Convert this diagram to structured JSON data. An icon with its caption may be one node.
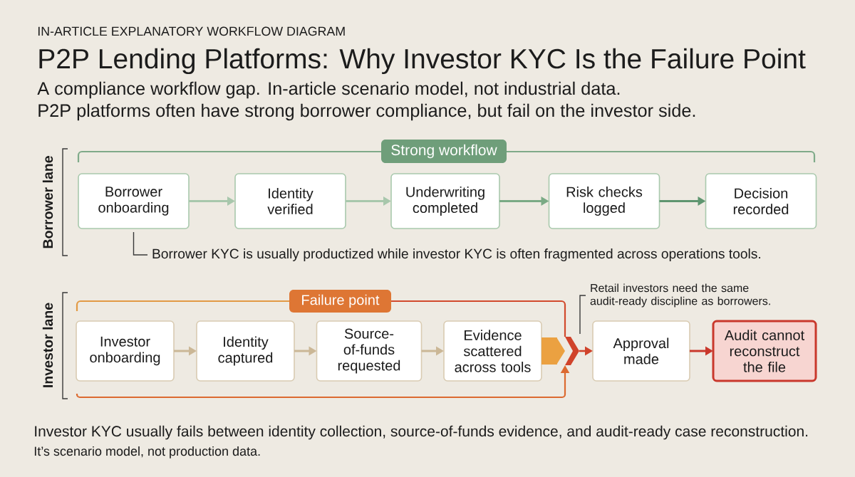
{
  "diagram": {
    "title": "P2P Lending Platforms: Why Investor KYC Is the Failure Point",
    "nodes": [
      {
        "text": [
          "Strong workflow"
        ]
      },
      {
        "text": [
          "Borrower onboarding"
        ]
      },
      {
        "text": [
          "Identity verified"
        ]
      },
      {
        "text": [
          "Underwriting completed"
        ]
      },
      {
        "text": [
          "Risk checks logged"
        ]
      },
      {
        "text": [
          "Decision recorded"
        ]
      },
      {
        "text": [
          "Borrower KYC is usually productized while investor KYC is often fragmented across operations tools."
        ]
      },
      {
        "text": [
          "Failure point"
        ]
      },
      {
        "text": [
          "Retail investors need the same audit-ready discipline as borrowers."
        ]
      },
      {
        "text": [
          "Investor onboarding"
        ]
      },
      {
        "text": [
          "Identity captured"
        ]
      },
      {
        "text": [
          "Source-of-funds requested"
        ]
      },
      {
        "text": [
          "Evidence scattered across tools"
        ]
      },
      {
        "text": [],
        "shape": "chevron"
      },
      {
        "text": [
          "Approval made"
        ]
      },
      {
        "text": [
          "Audit cannot reconstruct the file"
        ]
      }
    ],
    "edges": [
      {
        "from": 1,
        "to": 2,
        "arrow": "to",
        "color": "#a8c7ac"
      },
      {
        "from": 2,
        "to": 3,
        "arrow": "to",
        "color": "#a8c7ac"
      },
      {
        "from": 3,
        "to": 4,
        "arrow": "to",
        "color": "#7aaa85"
      },
      {
        "from": 4,
        "to": 5,
        "arrow": "to",
        "color": "#5f9670"
      },
      {
        "from": 6,
        "to": 1,
        "arrow": "none",
        "color": "#3a3a3a"
      },
      {
        "from": 9,
        "to": 10,
        "arrow": "to",
        "color": "#cbb796"
      },
      {
        "from": 10,
        "to": 11,
        "arrow": "to",
        "color": "#cbb796"
      },
      {
        "from": 11,
        "to": 12,
        "arrow": "to",
        "color": "#cbb796"
      },
      {
        "from": 12,
        "to": 13,
        "arrow": "to",
        "style": "thick",
        "color": "#eba141"
      },
      {
        "from": 13,
        "to": 14,
        "arrow": "to",
        "color": "#d0432b"
      },
      {
        "from": 14,
        "to": 15,
        "arrow": "to",
        "color": "#c9382c"
      },
      {
        "from": 7,
        "to": 13,
        "arrow": "none",
        "color": "#d24a2d"
      },
      {
        "from": null,
        "to": 13,
        "arrow": "to",
        "color": "#dc6a30"
      },
      {
        "from": 8,
        "to": 13,
        "arrow": "none",
        "color": "#3a3a3a"
      }
    ],
    "labels": [
      "IN-ARTICLE EXPLANATORY WORKFLOW DIAGRAM",
      "A compliance workflow gap. In-article scenario model, not industrial data.",
      "P2P platforms often have strong borrower compliance, but fail on the investor side.",
      "Borrower lane",
      "Investor lane",
      "Investor KYC usually fails between identity collection, source-of-funds evidence, and audit-ready case reconstruction.",
      "It’s scenario model, not production data."
    ]
  }
}
